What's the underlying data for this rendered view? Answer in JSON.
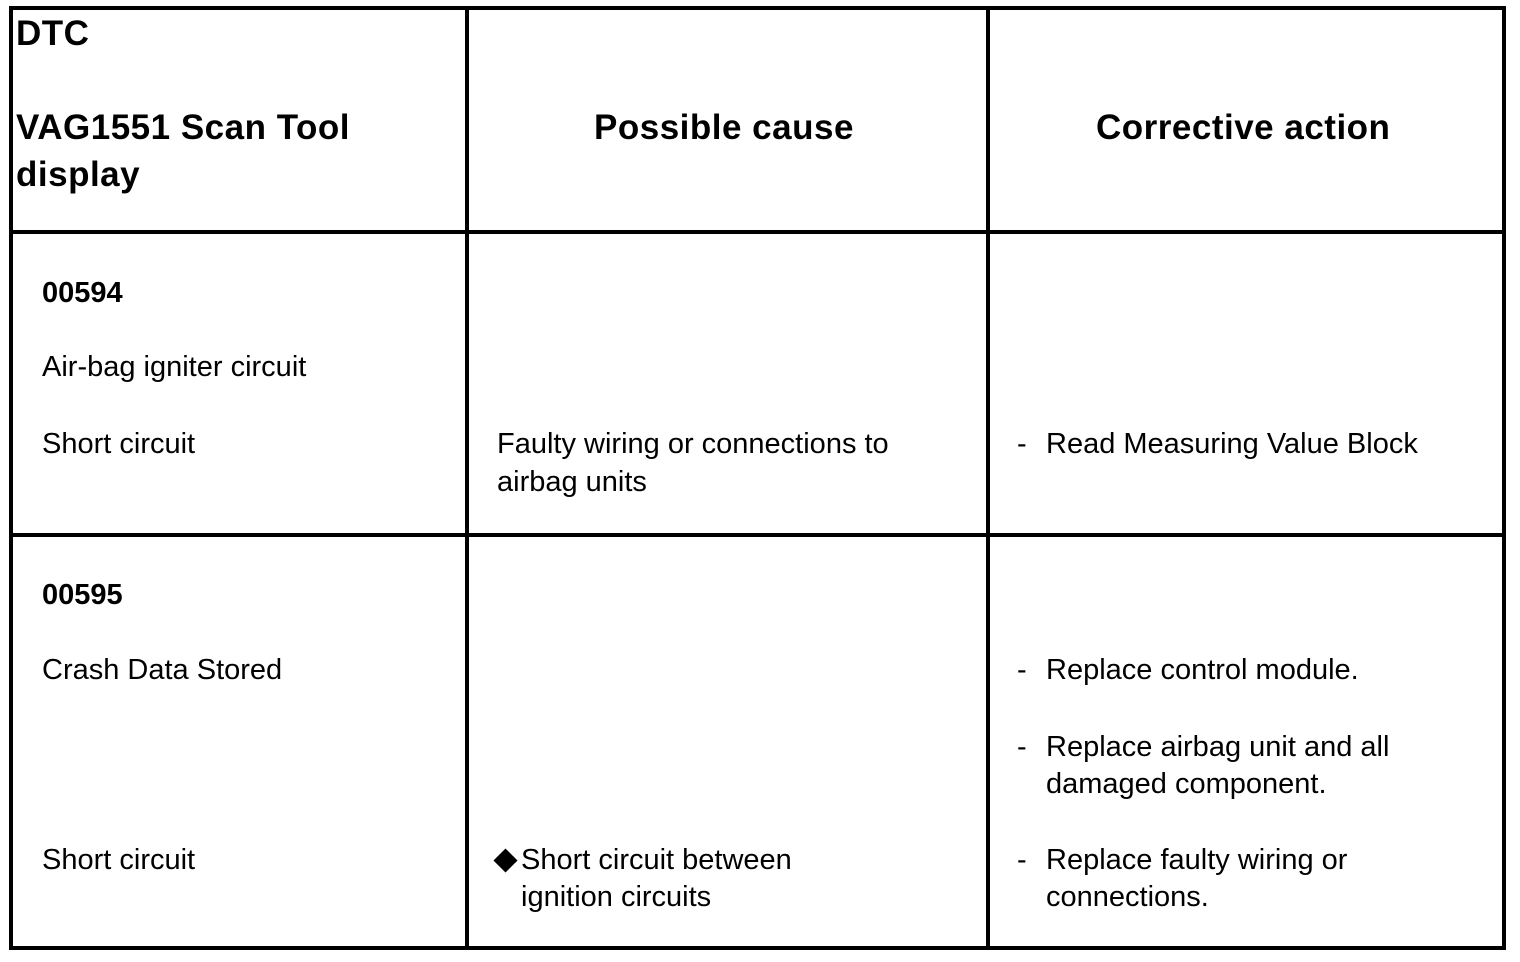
{
  "table": {
    "headers": {
      "col1_line1": "DTC",
      "col1_line2": "VAG1551 Scan Tool",
      "col1_line3": "display",
      "col2": "Possible cause",
      "col3": "Corrective action"
    },
    "rows": [
      {
        "code": "00594",
        "desc": "Air-bag igniter circuit",
        "fault": "Short circuit",
        "cause_line1": "Faulty wiring or connections to",
        "cause_line2": "airbag units",
        "actions": [
          {
            "bullet": "-",
            "line1": "Read Measuring Value Block"
          }
        ]
      },
      {
        "code": "00595",
        "desc": "Crash Data Stored",
        "fault": "Short circuit",
        "cause_line1": "Short circuit between",
        "cause_line2": "ignition circuits",
        "actions": [
          {
            "bullet": "-",
            "line1": "Replace control module."
          },
          {
            "bullet": "-",
            "line1": "Replace airbag unit and all",
            "line2": "damaged component."
          },
          {
            "bullet": "-",
            "line1": "Replace faulty wiring or",
            "line2": "connections."
          }
        ]
      }
    ]
  }
}
